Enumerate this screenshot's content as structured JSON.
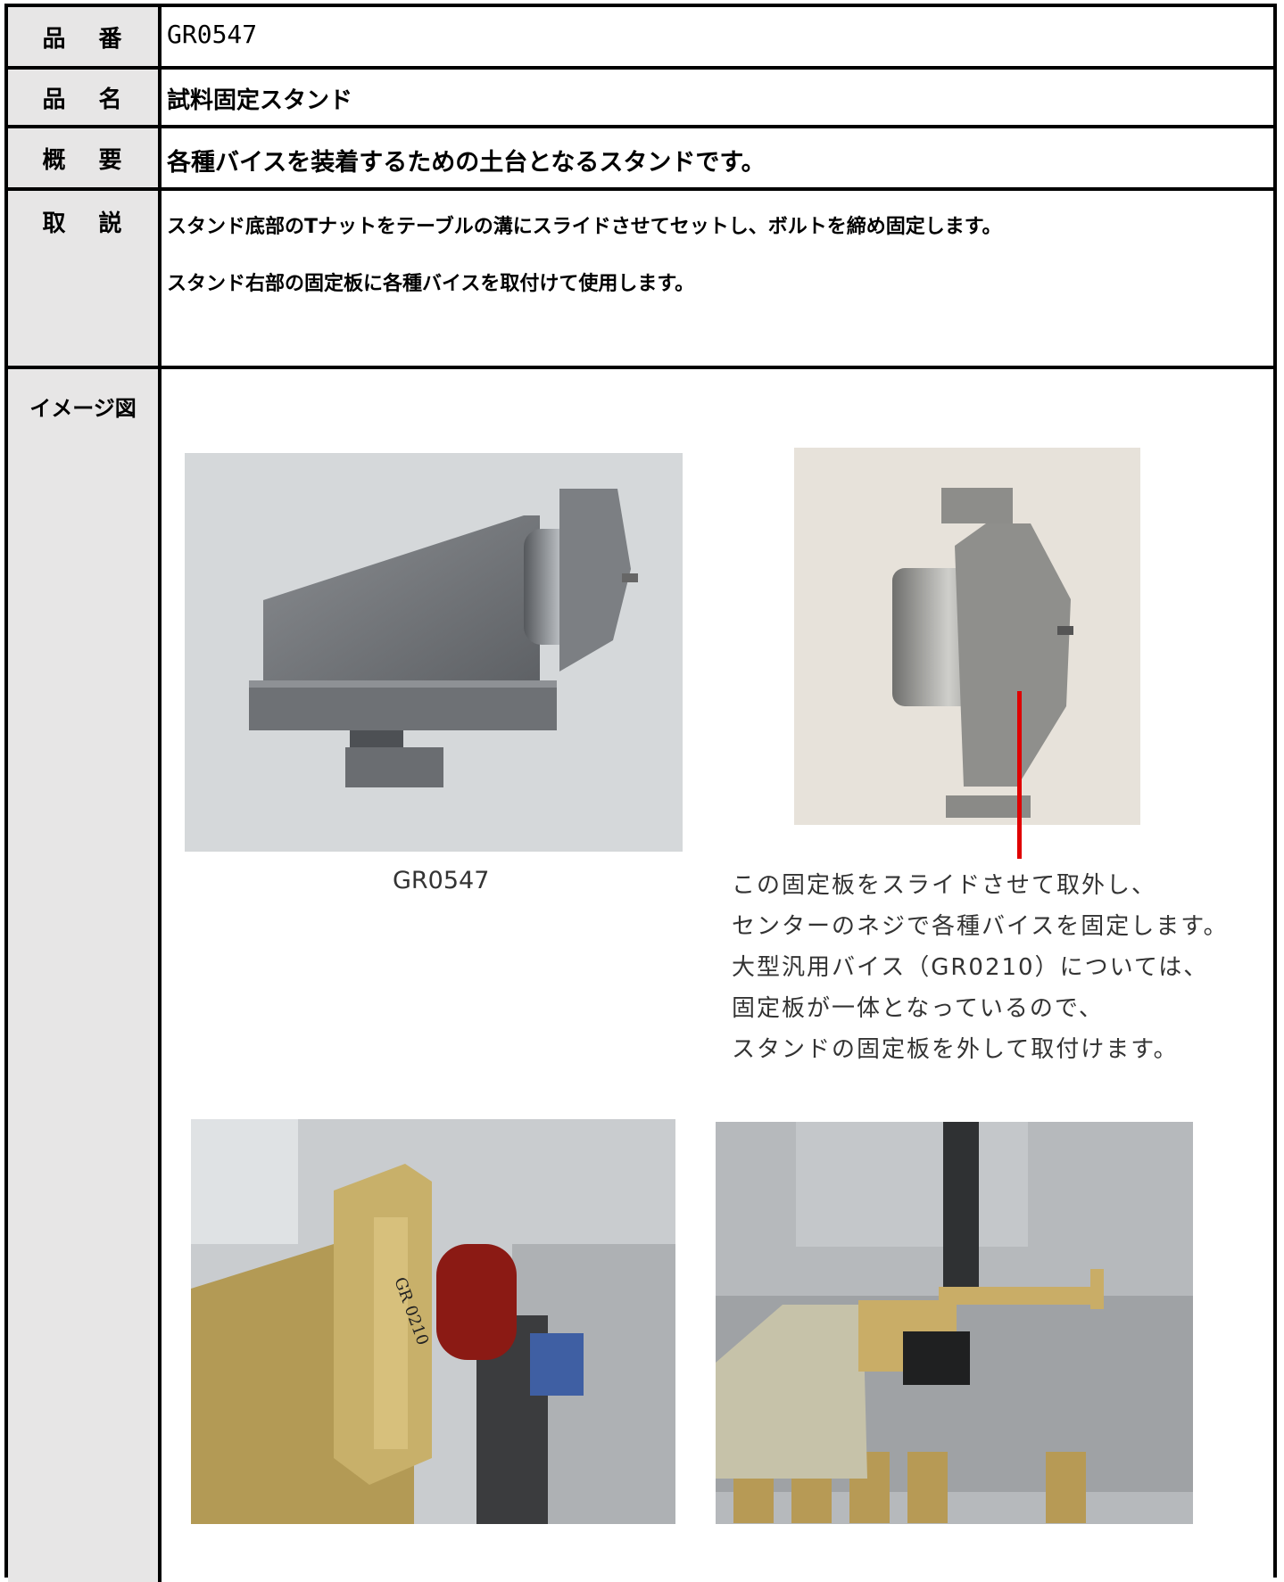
{
  "rows": {
    "part_no": {
      "label": "品 番",
      "value": "GR0547"
    },
    "part_name": {
      "label": "品 名",
      "value": "試料固定スタンド"
    },
    "summary": {
      "label": "概 要",
      "value": "各種バイスを装着するための土台となるスタンドです。"
    },
    "usage": {
      "label": "取 説",
      "lines": [
        "スタンド底部のTナットをテーブルの溝にスライドさせてセットし、ボルトを締め固定します。",
        "スタンド右部の固定板に各種バイスを取付けて使用します。"
      ]
    },
    "image": {
      "label": "イメージ図"
    }
  },
  "figure": {
    "caption": "GR0547",
    "note_lines": [
      "この固定板をスライドさせて取外し、",
      "センターのネジで各種バイスを固定します。",
      "大型汎用バイス（GR0210）については、",
      "固定板が一体となっているので、",
      "スタンドの固定板を外して取付けます。"
    ],
    "photo_text": {
      "vise_engraving": "GR 0210"
    },
    "colors": {
      "label_bg": "#e7e6e6",
      "pointer_line": "#e00000"
    }
  }
}
